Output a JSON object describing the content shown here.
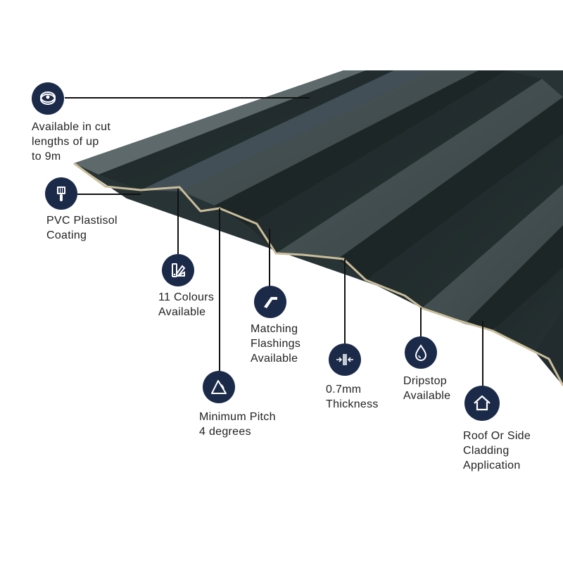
{
  "features": [
    {
      "id": "cut-lengths",
      "icon": "tape-measure-icon",
      "lines": [
        "Available in cut",
        "lengths of up",
        "to 9m"
      ]
    },
    {
      "id": "coating",
      "icon": "paint-brush-icon",
      "lines": [
        "PVC Plastisol",
        "Coating"
      ]
    },
    {
      "id": "colours",
      "icon": "colour-swatch-icon",
      "lines": [
        "11 Colours",
        "Available"
      ]
    },
    {
      "id": "flashings",
      "icon": "flashing-icon",
      "lines": [
        "Matching",
        "Flashings",
        "Available"
      ]
    },
    {
      "id": "pitch",
      "icon": "pitch-angle-icon",
      "lines": [
        "Minimum Pitch",
        "4 degrees"
      ]
    },
    {
      "id": "thickness",
      "icon": "thickness-icon",
      "lines": [
        "0.7mm",
        "Thickness"
      ]
    },
    {
      "id": "dripstop",
      "icon": "water-drop-icon",
      "lines": [
        "Dripstop",
        "Available"
      ]
    },
    {
      "id": "application",
      "icon": "house-icon",
      "lines": [
        "Roof Or Side",
        "Cladding",
        "Application"
      ]
    }
  ],
  "colors": {
    "icon_bg": "#1c2a4a",
    "sheet_dark": "#1f2a2c",
    "sheet_mid": "#2d383b",
    "sheet_light": "#566264",
    "edge": "#c9bd9a"
  }
}
